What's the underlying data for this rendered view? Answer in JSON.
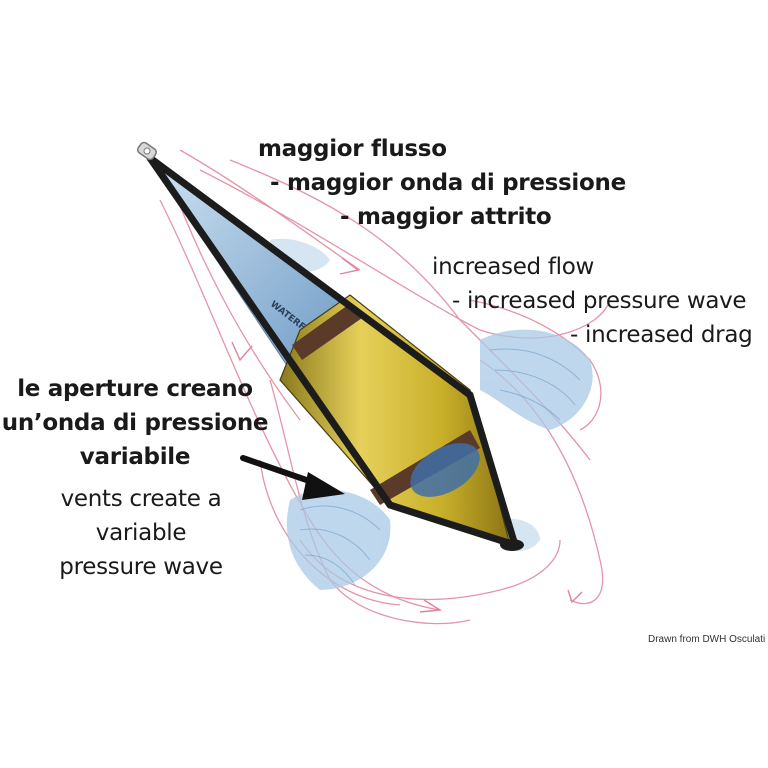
{
  "italian_top": {
    "line1": "maggior flusso",
    "line2": "- maggior onda di pressione",
    "line3": "- maggior attrito"
  },
  "english_top": {
    "line1": "increased flow",
    "line2": "- increased pressure wave",
    "line3": "- increased drag"
  },
  "italian_left": {
    "line1": "le aperture creano",
    "line2": "un’onda di pressione",
    "line3": "variabile"
  },
  "english_left": {
    "line1": "vents create a",
    "line2": "variable",
    "line3": "pressure wave"
  },
  "anchor_brand": "WATERFLOW",
  "credit": "Drawn from DWH Osculati SpA",
  "colors": {
    "body_gold": "#c9b02a",
    "frame": "#1c1c1c",
    "water": "#8fb8e0",
    "flow_lines": "#e0829a",
    "band": "#5a3a28"
  }
}
